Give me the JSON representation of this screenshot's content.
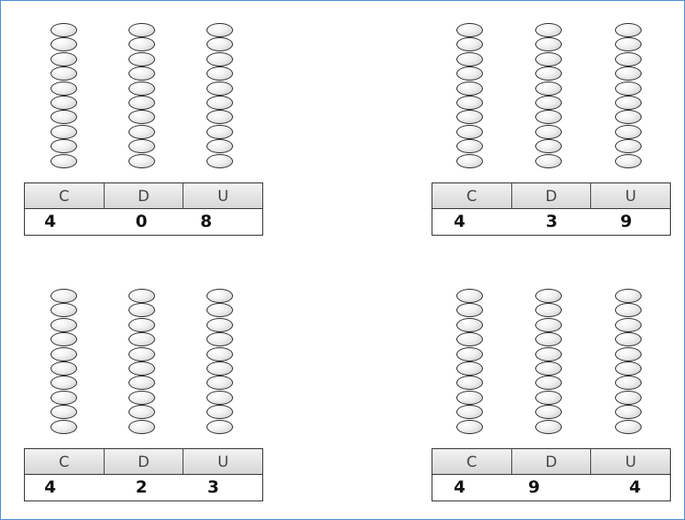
{
  "place_headers": [
    "C",
    "D",
    "U"
  ],
  "abaci": [
    {
      "digits": [
        "4",
        "0",
        "8"
      ]
    },
    {
      "digits": [
        "4",
        "3",
        "9"
      ]
    },
    {
      "digits": [
        "4",
        "2",
        "3"
      ]
    },
    {
      "digits": [
        "4",
        "9",
        "4"
      ]
    }
  ]
}
